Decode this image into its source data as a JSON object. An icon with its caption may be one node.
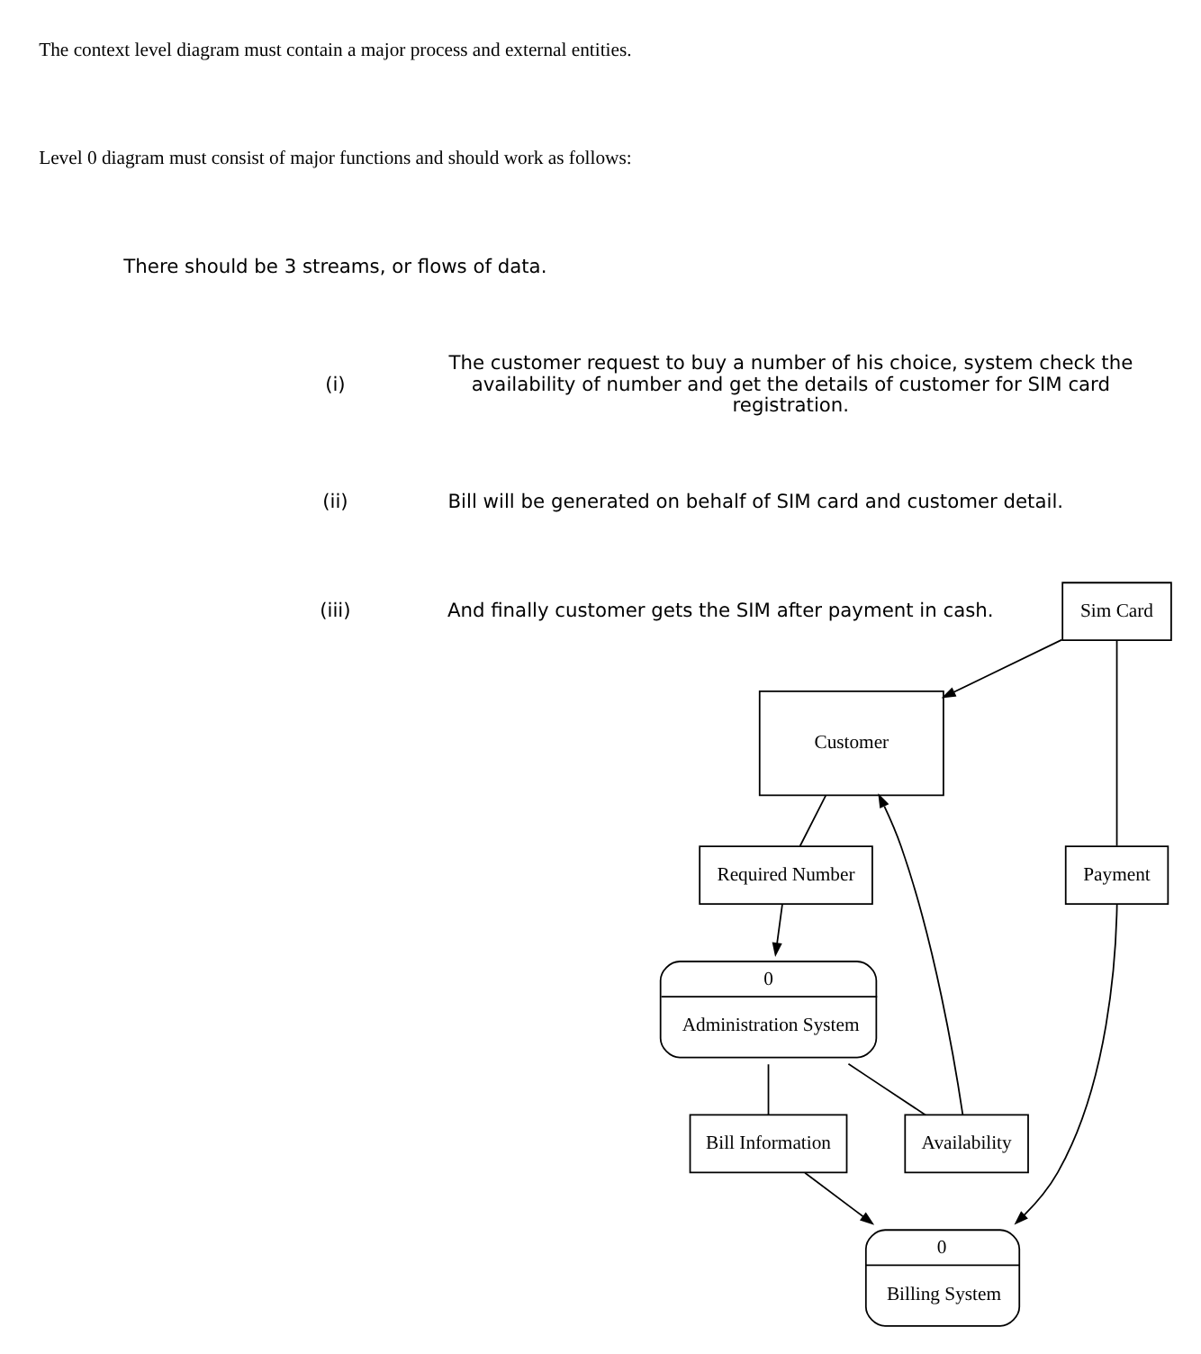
{
  "diagram": {
    "nodes": [
      {
        "text": [
          "Customer"
        ]
      },
      {
        "text": [
          "Required Number"
        ]
      },
      {
        "text": [
          "0",
          "Administration System"
        ]
      },
      {
        "text": [
          "Availability"
        ]
      },
      {
        "text": [
          "Sim Card"
        ]
      },
      {
        "text": [
          "Bill Information"
        ]
      },
      {
        "text": [
          "0",
          "Billing System"
        ]
      },
      {
        "text": [
          "Payment"
        ]
      }
    ],
    "edges": [
      {
        "from": 0,
        "to": 1,
        "arrow": "none"
      },
      {
        "from": 1,
        "to": 2,
        "arrow": "to"
      },
      {
        "from": 2,
        "to": 3,
        "arrow": "none"
      },
      {
        "from": 3,
        "to": 0,
        "arrow": "to"
      },
      {
        "from": 4,
        "to": 0,
        "arrow": "to"
      },
      {
        "from": 4,
        "to": 7,
        "arrow": "none"
      },
      {
        "from": 7,
        "to": 6,
        "arrow": "to"
      },
      {
        "from": 2,
        "to": 5,
        "arrow": "none"
      },
      {
        "from": 5,
        "to": 6,
        "arrow": "to"
      }
    ],
    "labels": [
      "The context level diagram must contain a major process and external entities.",
      "Level 0 diagram must consist of major functions and should work as follows:",
      "There should be 3 streams, or flows of data.",
      "(i)",
      "The customer request to buy a number of his choice, system check the availability of number and get the details of customer for SIM card registration.",
      "(ii)",
      "Bill will be generated on behalf of SIM card and customer detail.",
      "(iii)",
      "And finally customer gets the SIM after payment in cash."
    ]
  }
}
